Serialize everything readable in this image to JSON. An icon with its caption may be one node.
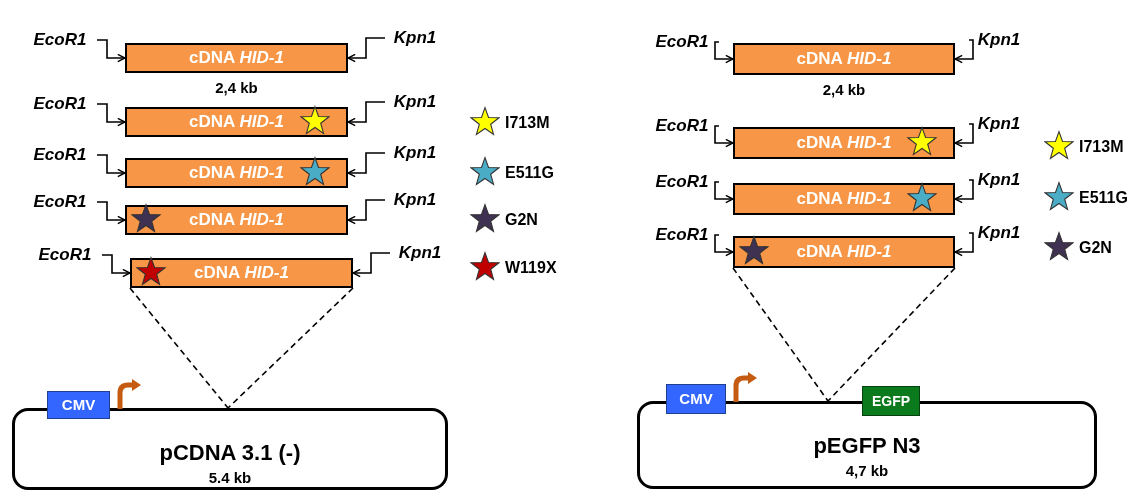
{
  "diagram": {
    "nodes": [
      {
        "text": [
          "EcoR1"
        ]
      },
      {
        "text": [
          "cDNA *HID-1*"
        ],
        "beside": [
          "2,4 kb"
        ]
      },
      {
        "text": [
          "Kpn1"
        ]
      },
      {
        "text": [
          "EcoR1"
        ]
      },
      {
        "text": [
          "cDNA *HID-1*"
        ]
      },
      {
        "text": [
          "Kpn1"
        ]
      },
      {
        "text": [
          "EcoR1"
        ]
      },
      {
        "text": [
          "cDNA *HID-1*"
        ]
      },
      {
        "text": [
          "Kpn1"
        ]
      },
      {
        "text": [
          "EcoR1"
        ]
      },
      {
        "text": [
          "cDNA *HID-1*"
        ]
      },
      {
        "text": [
          "Kpn1"
        ]
      },
      {
        "text": [
          "EcoR1"
        ]
      },
      {
        "text": [
          "cDNA *HID-1*"
        ]
      },
      {
        "text": [
          "Kpn1"
        ]
      },
      {
        "text": [
          "CMV"
        ]
      },
      {
        "text": [
          "pCDNA 3.1 (-)",
          "5.4 kb"
        ]
      },
      {
        "text": [
          "EcoR1"
        ]
      },
      {
        "text": [
          "cDNA *HID-1*"
        ],
        "beside": [
          "2,4 kb"
        ]
      },
      {
        "text": [
          "Kpn1"
        ]
      },
      {
        "text": [
          "EcoR1"
        ]
      },
      {
        "text": [
          "cDNA *HID-1*"
        ]
      },
      {
        "text": [
          "Kpn1"
        ]
      },
      {
        "text": [
          "EcoR1"
        ]
      },
      {
        "text": [
          "cDNA *HID-1*"
        ]
      },
      {
        "text": [
          "Kpn1"
        ]
      },
      {
        "text": [
          "EcoR1"
        ]
      },
      {
        "text": [
          "cDNA *HID-1*"
        ]
      },
      {
        "text": [
          "Kpn1"
        ]
      },
      {
        "text": [
          "CMV"
        ]
      },
      {
        "text": [
          "EGFP"
        ]
      },
      {
        "text": [
          "pEGFP N3",
          "4,7 kb"
        ]
      }
    ],
    "edges": [
      {
        "from": 0,
        "to": 1,
        "arrow": "to"
      },
      {
        "from": 2,
        "to": 1,
        "arrow": "to"
      },
      {
        "from": 3,
        "to": 4,
        "arrow": "to"
      },
      {
        "from": 5,
        "to": 4,
        "arrow": "to"
      },
      {
        "from": 6,
        "to": 7,
        "arrow": "to"
      },
      {
        "from": 8,
        "to": 7,
        "arrow": "to"
      },
      {
        "from": 9,
        "to": 10,
        "arrow": "to"
      },
      {
        "from": 11,
        "to": 10,
        "arrow": "to"
      },
      {
        "from": 12,
        "to": 13,
        "arrow": "to"
      },
      {
        "from": 14,
        "to": 13,
        "arrow": "to"
      },
      {
        "from": 13,
        "to": 16,
        "arrow": "none",
        "style": "dashed"
      },
      {
        "from": 13,
        "to": 16,
        "arrow": "none",
        "style": "dashed"
      },
      {
        "from": 17,
        "to": 18,
        "arrow": "to"
      },
      {
        "from": 19,
        "to": 18,
        "arrow": "to"
      },
      {
        "from": 20,
        "to": 21,
        "arrow": "to"
      },
      {
        "from": 22,
        "to": 21,
        "arrow": "to"
      },
      {
        "from": 23,
        "to": 24,
        "arrow": "to"
      },
      {
        "from": 25,
        "to": 24,
        "arrow": "to"
      },
      {
        "from": 26,
        "to": 27,
        "arrow": "to"
      },
      {
        "from": 28,
        "to": 27,
        "arrow": "to"
      },
      {
        "from": 27,
        "to": 31,
        "arrow": "none",
        "style": "dashed"
      },
      {
        "from": 27,
        "to": 31,
        "arrow": "none",
        "style": "dashed"
      }
    ],
    "legend": [
      {
        "text": "I713M",
        "color": "#ffff00"
      },
      {
        "text": "E511G",
        "color": "#4bacc6"
      },
      {
        "text": "G2N",
        "color": "#3f3151"
      },
      {
        "text": "W119X",
        "color": "#c00000"
      },
      {
        "text": "I713M",
        "color": "#ffff00"
      },
      {
        "text": "E511G",
        "color": "#4bacc6"
      },
      {
        "text": "G2N",
        "color": "#3f3151"
      }
    ]
  }
}
